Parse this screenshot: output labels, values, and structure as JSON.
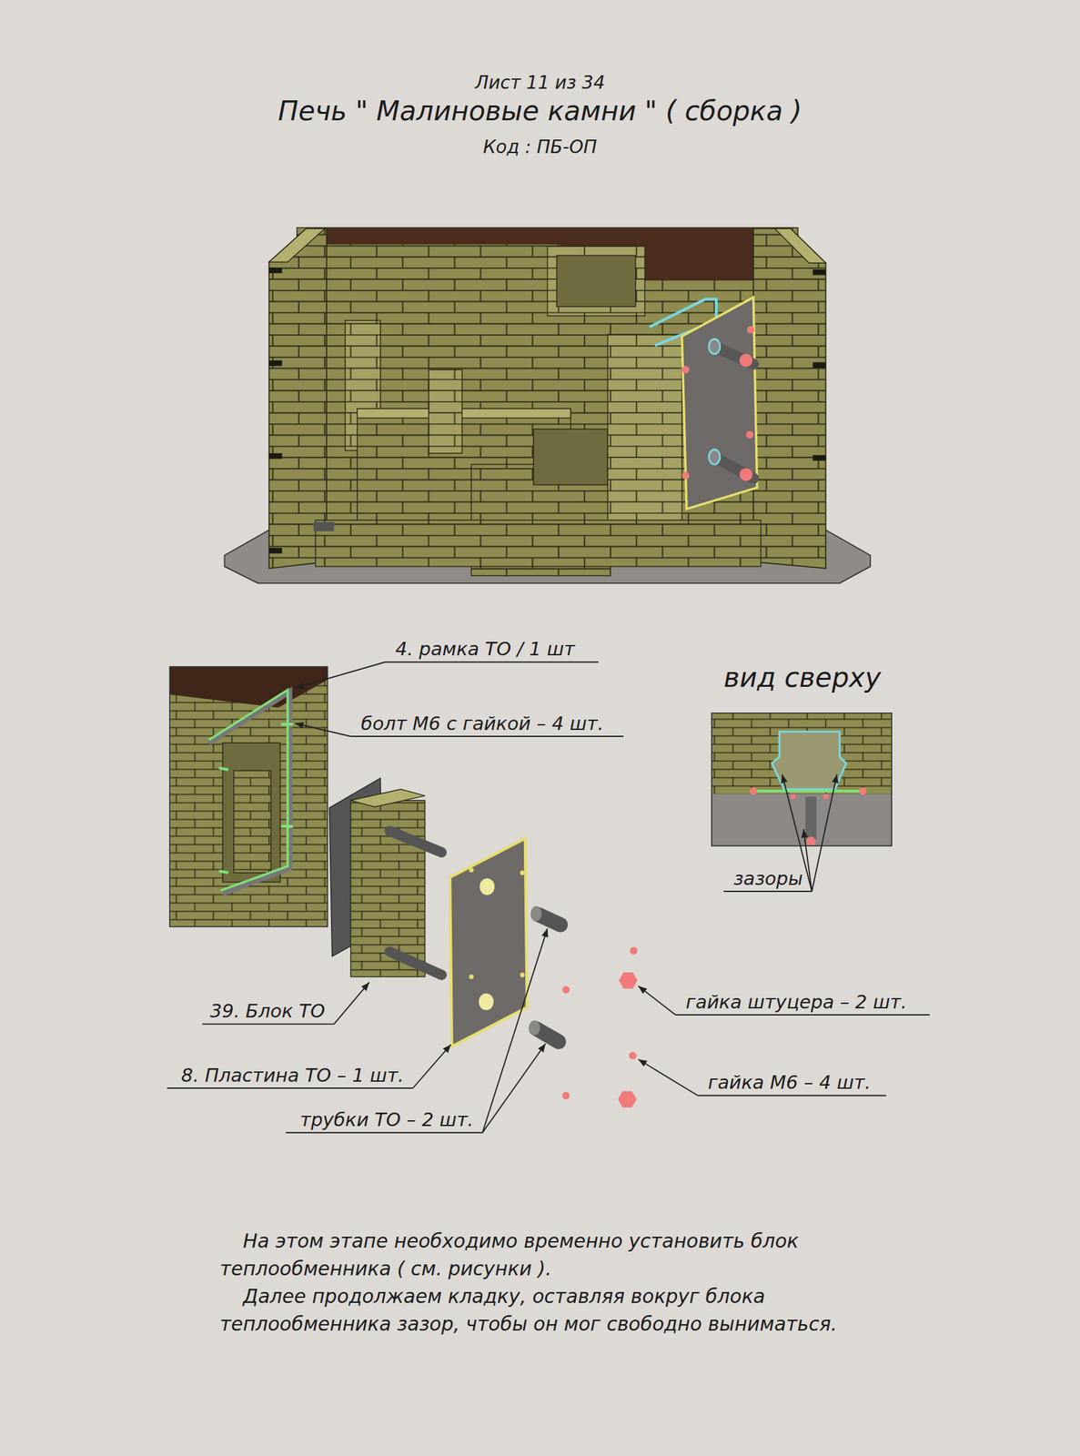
{
  "diagram": {
    "title": "Печь \" Малиновые камни \" ( сборка )",
    "labels": [
      "Лист 11 из 34",
      "Код : ПБ-ОП",
      "4. рамка ТО / 1 шт",
      "вид сверху",
      "болт М6 с гайкой – 4 шт.",
      "зазоры",
      "гайка штуцера – 2 шт.",
      "39. Блок ТО",
      "8. Пластина ТО – 1 шт.",
      "гайка М6 – 4 шт.",
      "трубки ТО – 2 шт.",
      "На этом этапе необходимо временно установить блок теплообменника ( см. рисунки ).",
      "Далее продолжаем кладку, оставляя вокруг блока теплообменника зазор, чтобы он мог свободно выниматься."
    ]
  }
}
